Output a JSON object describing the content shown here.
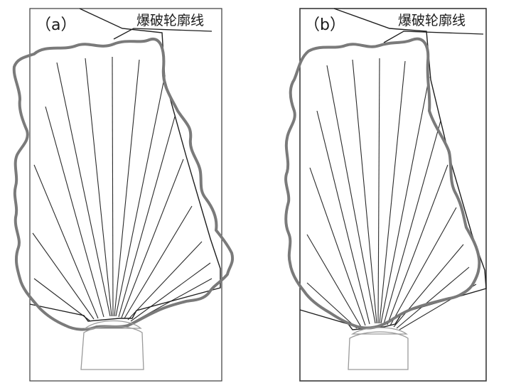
{
  "panels": [
    {
      "id": "a",
      "label": "（a）",
      "annotation": "爆破轮廓线"
    },
    {
      "id": "b",
      "label": "（b）",
      "annotation": "爆破轮廓线"
    }
  ],
  "colors": {
    "blast_contour": "#7a7a7a",
    "design_lines": "#2a2a2a",
    "frame": "#3a3a3a",
    "chamber": "#9a9a9a"
  }
}
